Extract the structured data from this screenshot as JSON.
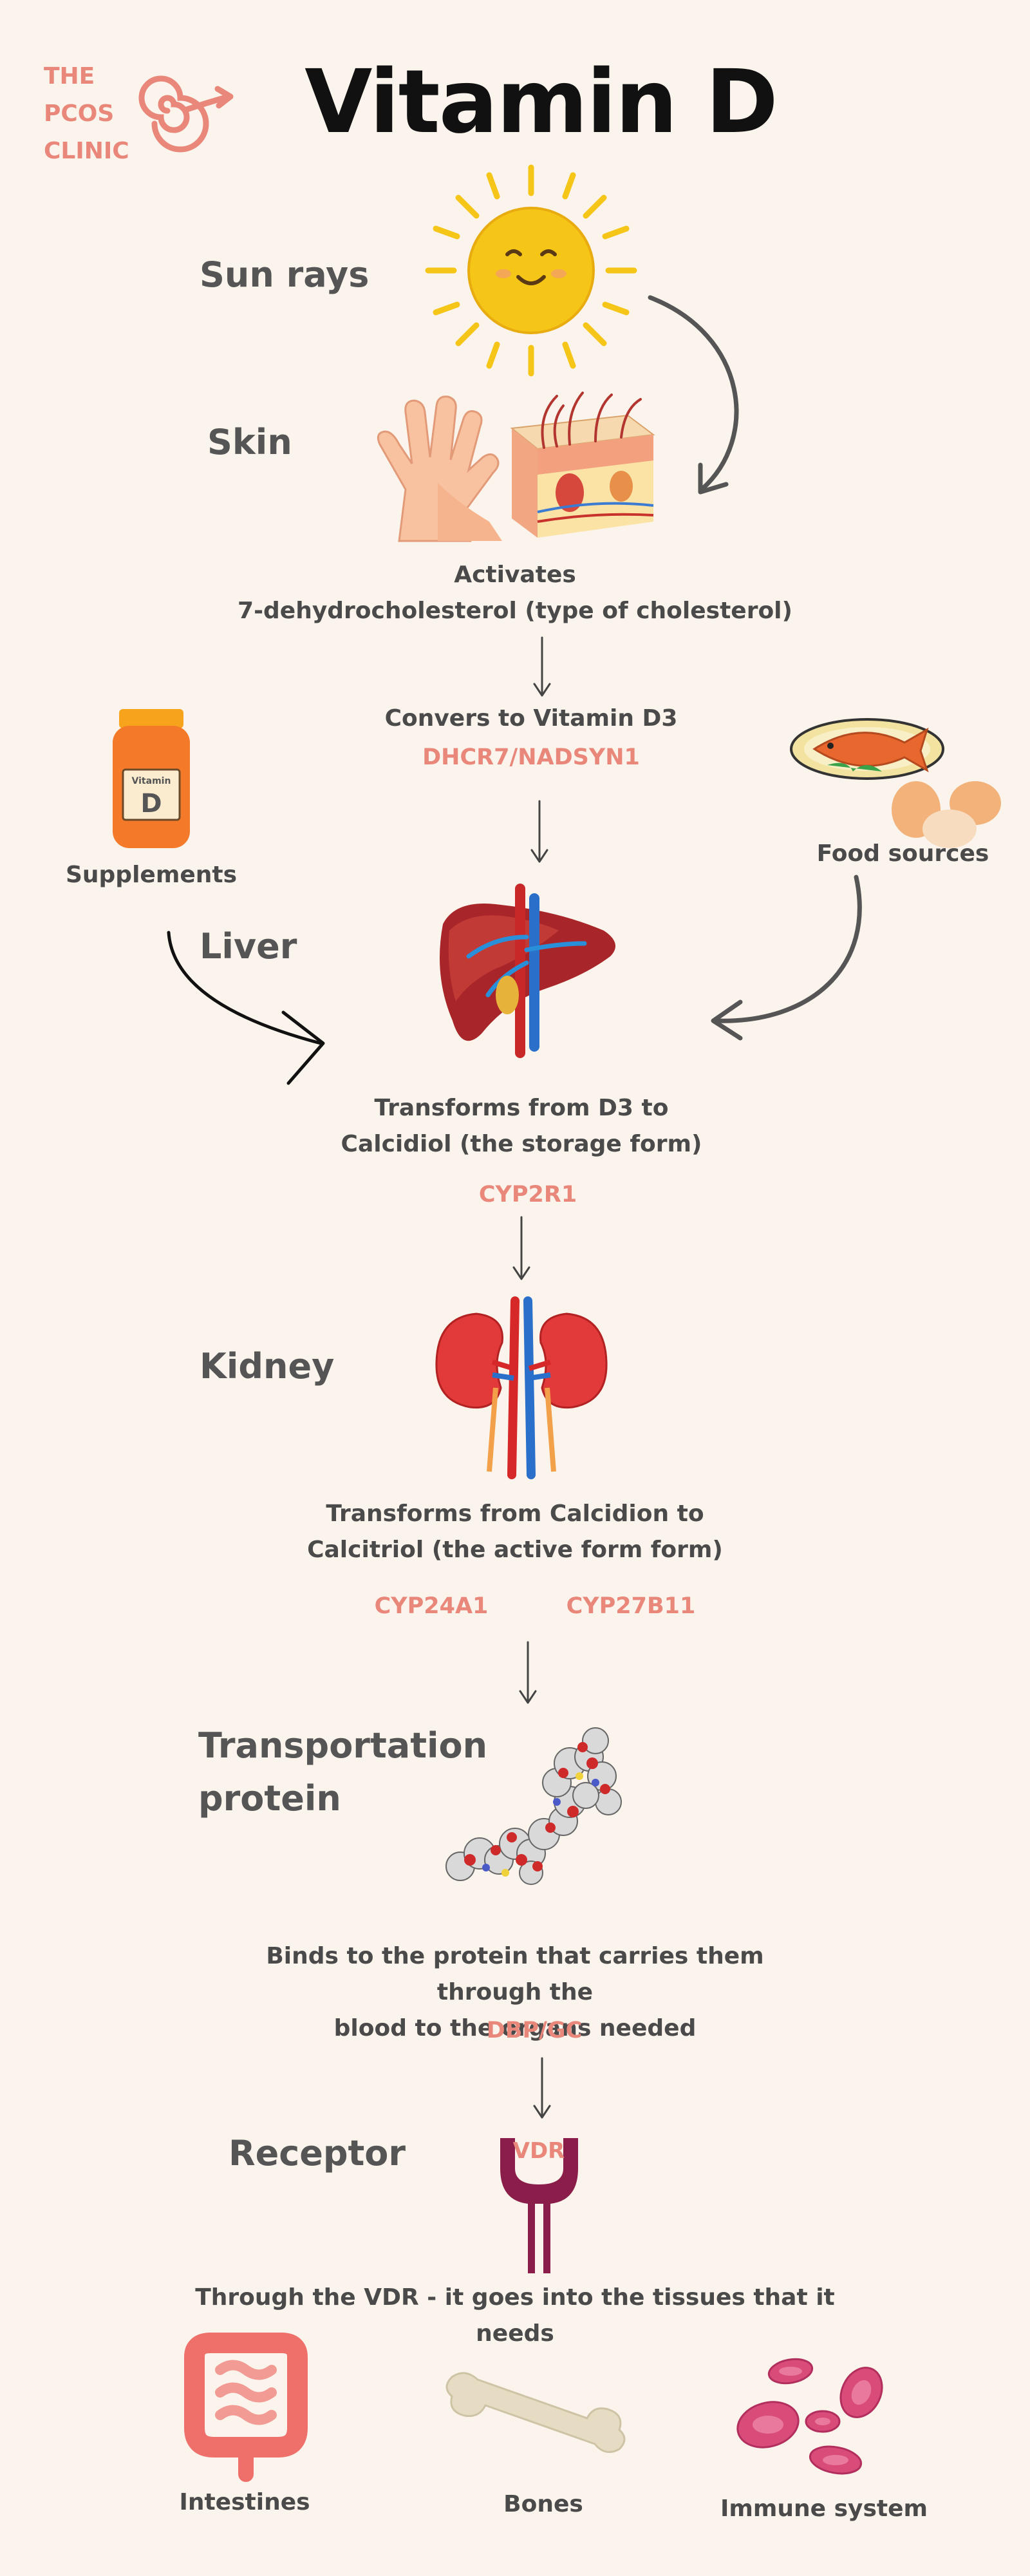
{
  "title": "Vitamin D",
  "logo": {
    "line1": "THE",
    "line2": "PCOS",
    "line3": "CLINIC"
  },
  "labels": {
    "sun_rays": "Sun rays",
    "skin": "Skin",
    "liver": "Liver",
    "kidney": "Kidney",
    "transport_line1": "Transportation",
    "transport_line2": "protein",
    "receptor": "Receptor",
    "supplements": "Supplements",
    "food_sources": "Food sources"
  },
  "steps": {
    "activates_line1": "Activates",
    "activates_line2": "7-dehydrocholesterol (type of cholesterol)",
    "convert_text": "Convers to Vitamin D3",
    "convert_enzyme": "DHCR7/NADSYN1",
    "liver_line1": "Transforms from D3 to",
    "liver_line2": "Calcidiol (the storage form)",
    "liver_enzyme": "CYP2R1",
    "kidney_line1": "Transforms from Calcidion to",
    "kidney_line2": "Calcitriol (the active form form)",
    "kidney_enzyme1": "CYP24A1",
    "kidney_enzyme2": "CYP27B11",
    "transport_line1": "Binds to the protein that carries them through the",
    "transport_line2": "blood to the organs needed",
    "transport_enzyme": "DBP/GC",
    "receptor_badge": "VDR",
    "receptor_text": "Through the VDR - it goes into the tissues that it needs"
  },
  "bottle_label": {
    "line1": "Vitamin",
    "line2": "D"
  },
  "targets": {
    "intestines": "Intestines",
    "bones": "Bones",
    "immune": "Immune system"
  },
  "colors": {
    "background": "#fbf4ec",
    "accent": "#e8877a",
    "heading": "#111111",
    "text": "#4a4a4a"
  },
  "icons": [
    "spiral-logo-icon",
    "sun-icon",
    "hand-icon",
    "skin-layer-icon",
    "supplement-bottle-icon",
    "fish-plate-icon",
    "eggs-icon",
    "liver-icon",
    "kidney-icon",
    "protein-molecule-icon",
    "vdr-receptor-icon",
    "intestines-icon",
    "bone-icon",
    "immune-cells-icon"
  ]
}
